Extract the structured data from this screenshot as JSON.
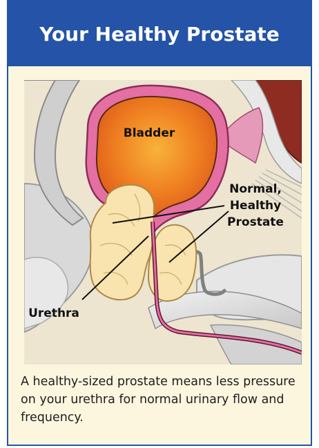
{
  "title": "Your Healthy Prostate",
  "figure": {
    "labels": {
      "bladder": "Bladder",
      "prostate_line1": "Normal,",
      "prostate_line2": "Healthy",
      "prostate_line3": "Prostate",
      "urethra": "Urethra"
    }
  },
  "caption": "A healthy-sized prostate means less pressure on your urethra for normal urinary flow and frequency.",
  "colors": {
    "header_blue": "#2453a7",
    "card_background": "#fdf6df",
    "bladder_orange": "#ee6d1c",
    "bladder_wall_pink": "#e46fa3",
    "prostate_yellow": "#f9e3ae"
  }
}
